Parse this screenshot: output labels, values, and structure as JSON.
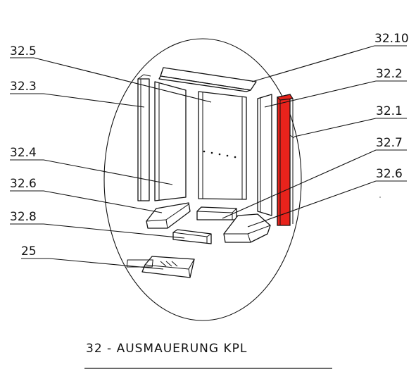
{
  "labels": {
    "l_32_5": "32.5",
    "l_32_3": "32.3",
    "l_32_4": "32.4",
    "l_32_6_left": "32.6",
    "l_32_8": "32.8",
    "l_25": "25",
    "l_32_10": "32.10",
    "l_32_2": "32.2",
    "l_32_1": "32.1",
    "l_32_7": "32.7",
    "l_32_6_right": "32.6"
  },
  "caption": "32 - AUSMAUERUNG KPL",
  "colors": {
    "highlight": "#e8231c",
    "line": "#111111",
    "background": "#ffffff"
  }
}
